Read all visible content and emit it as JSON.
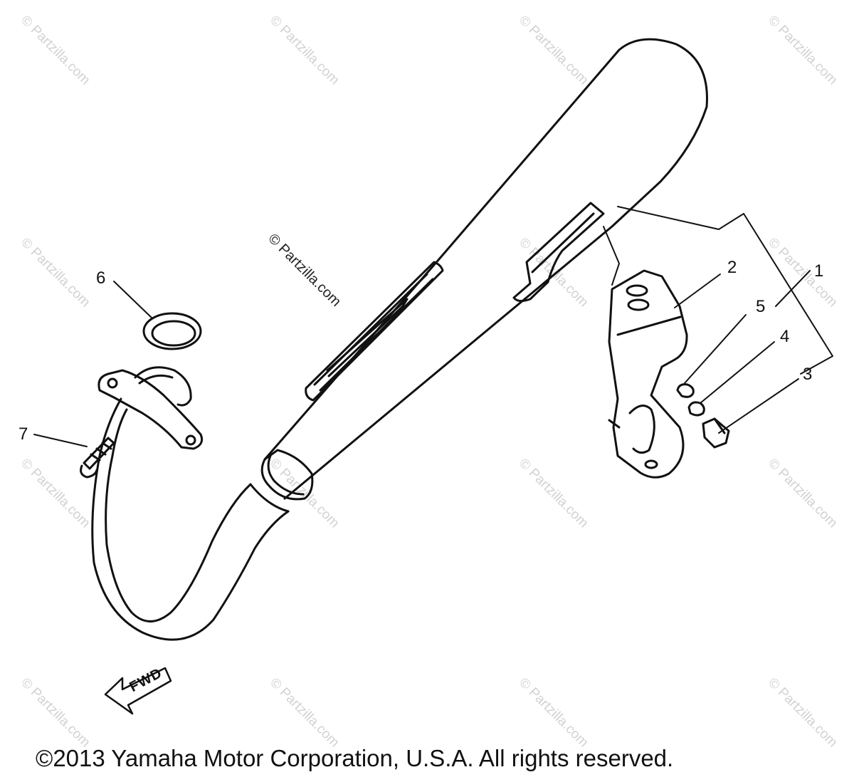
{
  "watermark": "© Partzilla.com",
  "center_watermark": "© Partzilla.com",
  "callouts": [
    {
      "id": "1",
      "label": "1"
    },
    {
      "id": "2",
      "label": "2"
    },
    {
      "id": "3",
      "label": "3"
    },
    {
      "id": "4",
      "label": "4"
    },
    {
      "id": "5",
      "label": "5"
    },
    {
      "id": "6",
      "label": "6"
    },
    {
      "id": "7",
      "label": "7"
    }
  ],
  "fwd_label": "FWD",
  "copyright": "©2013 Yamaha Motor Corporation, U.S.A. All rights reserved."
}
